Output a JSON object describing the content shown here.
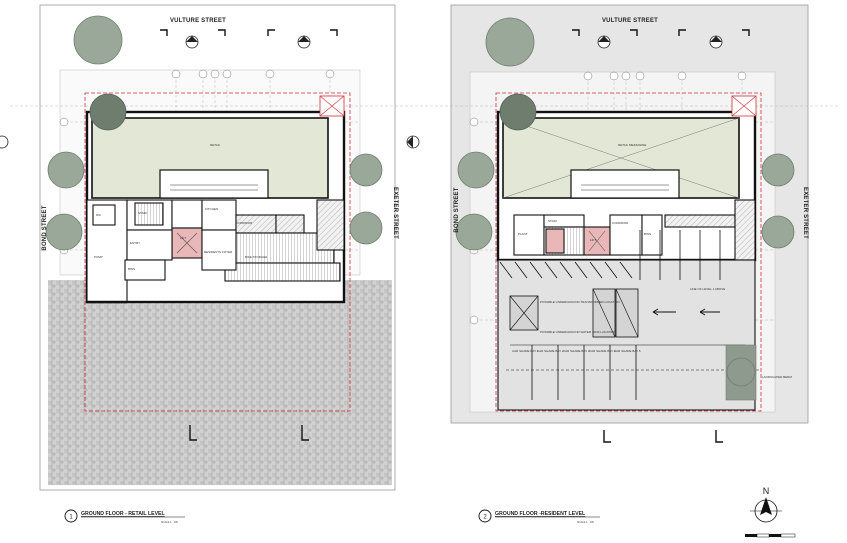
{
  "drawings": [
    {
      "number": "1",
      "title": "GROUND FLOOR - RETAIL LEVEL",
      "scale": "SCALE 1 : 100",
      "streets": {
        "top": "VULTURE STREET",
        "left": "BOND STREET",
        "right": "EXETER STREET"
      },
      "rooms": [
        "RETAIL",
        "LIFT",
        "KITCHEN",
        "CORRIDOR",
        "STAIR",
        "BIKE STORAGE",
        "RESIDENTS FOYER",
        "PUMP",
        "ENTRY",
        "WC",
        "BINS"
      ]
    },
    {
      "number": "2",
      "title": "GROUND FLOOR -RESIDENT LEVEL",
      "scale": "SCALE 1 : 100",
      "streets": {
        "top": "VULTURE STREET",
        "left": "BOND STREET",
        "right": "EXETER STREET"
      },
      "rooms": [
        "RETAIL MEZZANINE",
        "LIFT",
        "STAIR",
        "CORRIDOR",
        "PLANT",
        "BINS",
        "POSSIBLE UNDERGROUND TRANSFORMER LOCATION",
        "POSSIBLE UNDERGROUND WATER TANK LOCATION",
        "CAR SHARE BAY 1",
        "CAR SHARE BAY 2",
        "CAR SHARE BAY 3",
        "CAR SHARE BAY 4",
        "CAR SHARE BAY 5",
        "LANDSCAPED BERM",
        "LINE OF LEVEL 1 ABOVE"
      ]
    }
  ],
  "north": "N",
  "colors": {
    "paper": "#ffffff",
    "panel": "#e6e6e6",
    "wall": "#111111",
    "retail_fill": "#e3e8d6",
    "tree": "#9aa89a",
    "tree_dark": "#6f7d6f",
    "boundary": "#d0303a",
    "pavers": "#c9c9c9",
    "lift": "#e9b7b7"
  }
}
